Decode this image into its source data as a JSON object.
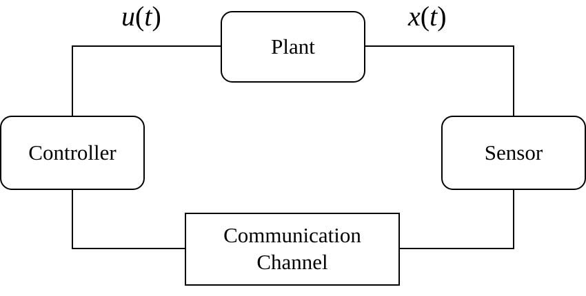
{
  "blocks": {
    "plant": "Plant",
    "sensor": "Sensor",
    "controller": "Controller",
    "channel": "Communication\nChannel"
  },
  "signals": {
    "control_input": {
      "var": "u",
      "arg": "t"
    },
    "state": {
      "var": "x",
      "arg": "t"
    }
  }
}
